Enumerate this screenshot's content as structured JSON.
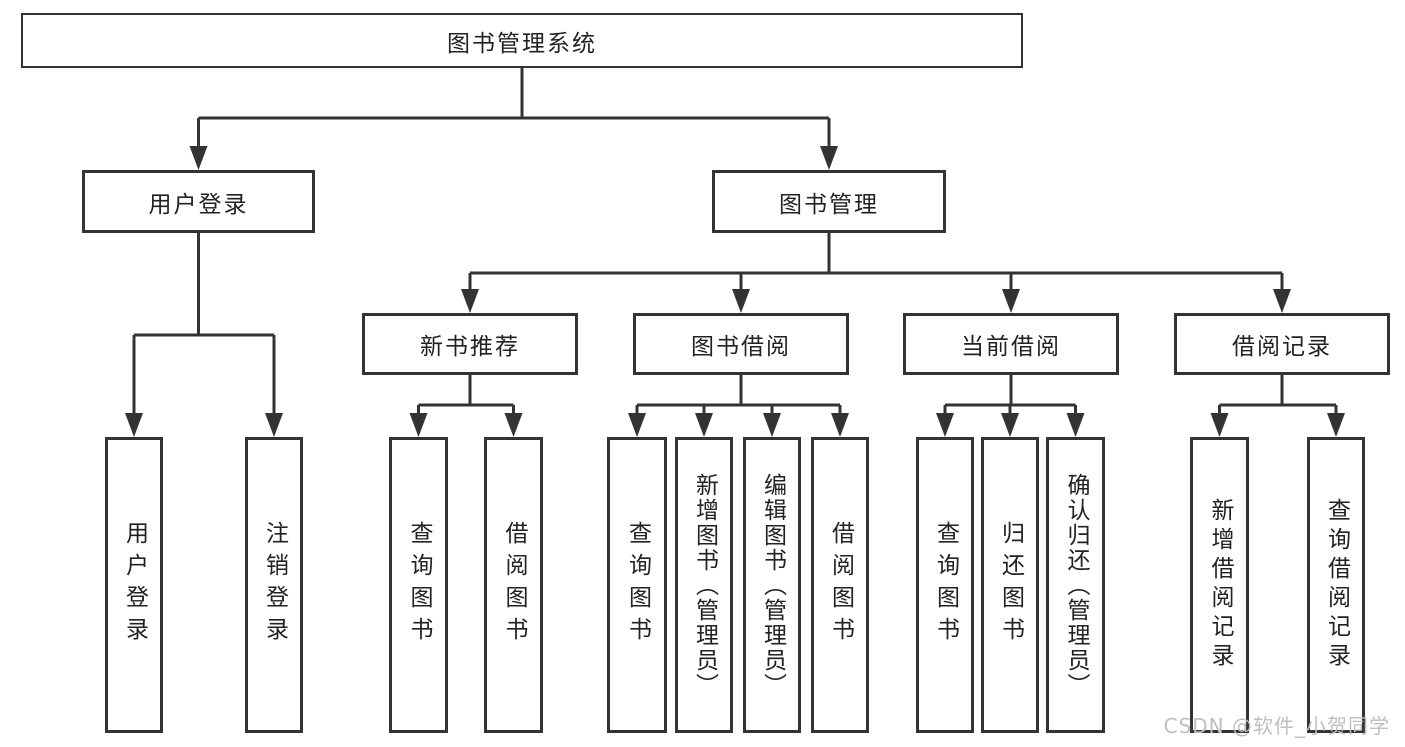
{
  "tree": {
    "root": "图书管理系统",
    "level2": [
      {
        "label": "用户登录",
        "children": [
          "用户登录",
          "注销登录"
        ]
      },
      {
        "label": "图书管理",
        "children": [
          {
            "label": "新书推荐",
            "children": [
              "查询图书",
              "借阅图书"
            ]
          },
          {
            "label": "图书借阅",
            "children": [
              "查询图书",
              "新增图书（管理员）",
              "编辑图书（管理员）",
              "借阅图书"
            ]
          },
          {
            "label": "当前借阅",
            "children": [
              "查询图书",
              "归还图书",
              "确认归还（管理员）"
            ]
          },
          {
            "label": "借阅记录",
            "children": [
              "新增借阅记录",
              "查询借阅记录"
            ]
          }
        ]
      }
    ]
  },
  "watermark": "CSDN @软件_小贺同学",
  "colors": {
    "line": "#333333",
    "box_border": "#333333",
    "text": "#222222",
    "background": "#ffffff",
    "watermark": "#bfbfbf"
  }
}
